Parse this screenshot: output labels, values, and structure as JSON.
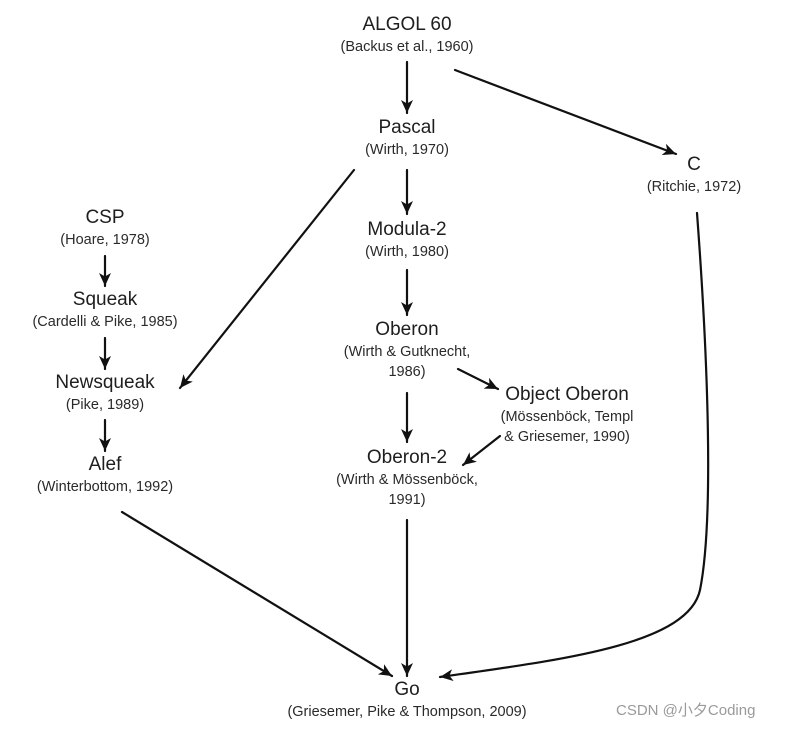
{
  "nodes": [
    {
      "title": "ALGOL 60",
      "subtitle": [
        "(Backus et al., 1960)"
      ]
    },
    {
      "title": "Pascal",
      "subtitle": [
        "(Wirth, 1970)"
      ]
    },
    {
      "title": "C",
      "subtitle": [
        "(Ritchie, 1972)"
      ]
    },
    {
      "title": "CSP",
      "subtitle": [
        "(Hoare, 1978)"
      ]
    },
    {
      "title": "Modula-2",
      "subtitle": [
        "(Wirth, 1980)"
      ]
    },
    {
      "title": "Squeak",
      "subtitle": [
        "(Cardelli & Pike, 1985)"
      ]
    },
    {
      "title": "Oberon",
      "subtitle": [
        "(Wirth & Gutknecht,",
        "1986)"
      ]
    },
    {
      "title": "Newsqueak",
      "subtitle": [
        "(Pike, 1989)"
      ]
    },
    {
      "title": "Object Oberon",
      "subtitle": [
        "(Mössenböck, Templ",
        "& Griesemer, 1990)"
      ]
    },
    {
      "title": "Alef",
      "subtitle": [
        "(Winterbottom, 1992)"
      ]
    },
    {
      "title": "Oberon-2",
      "subtitle": [
        "(Wirth & Mössenböck,",
        "1991)"
      ]
    },
    {
      "title": "Go",
      "subtitle": [
        "(Griesemer, Pike & Thompson, 2009)"
      ]
    }
  ],
  "edges": [
    [
      0,
      1
    ],
    [
      0,
      2
    ],
    [
      1,
      4
    ],
    [
      1,
      7
    ],
    [
      3,
      5
    ],
    [
      5,
      7
    ],
    [
      7,
      9
    ],
    [
      4,
      6
    ],
    [
      6,
      8
    ],
    [
      6,
      10
    ],
    [
      8,
      10
    ],
    [
      10,
      11
    ],
    [
      9,
      11
    ],
    [
      2,
      11
    ]
  ],
  "watermark": "CSDN @小夕Coding",
  "colors": {
    "text": "#222222",
    "line": "#111111",
    "watermark": "#9a9a9a"
  }
}
